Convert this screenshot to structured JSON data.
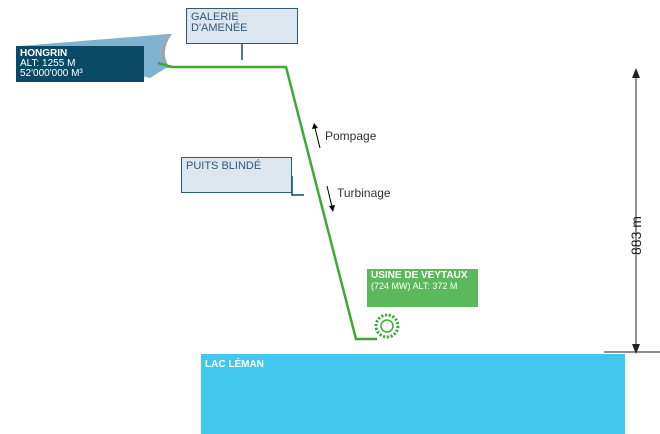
{
  "reservoir": {
    "name": "HONGRIN",
    "alt": "ALT: 1255 M",
    "volume": "52'000'000 M³"
  },
  "gallery": {
    "label": "GALERIE D'AMENÉE"
  },
  "shaft": {
    "label": "PUITS BLINDÉ"
  },
  "flows": {
    "pump": "Pompage",
    "turbine": "Turbinage"
  },
  "plant": {
    "name": "USINE DE VEYTAUX",
    "detail": "(724 MW) ALT: 372 M"
  },
  "lake": {
    "name": "LAC LÉMAN"
  },
  "height": {
    "label": "883 m"
  },
  "colors": {
    "pipe": "#3aaa35",
    "lake": "#41c7ee",
    "reservoir": "#0b4a66",
    "plant": "#5cb85c",
    "box": "#dde6ee"
  }
}
